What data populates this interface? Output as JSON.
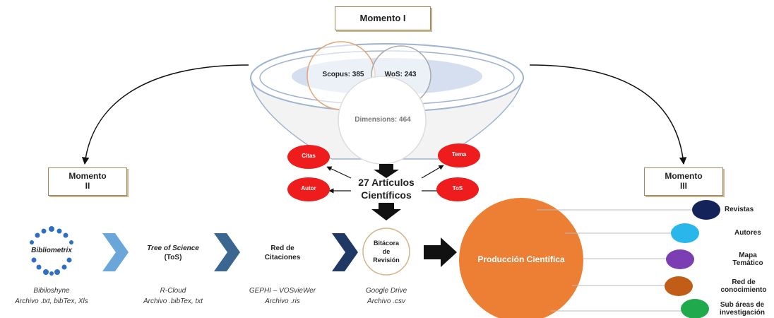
{
  "moments": {
    "m1": "Momento I",
    "m2_line1": "Momento",
    "m2_line2": "II",
    "m3_line1": "Momento",
    "m3_line2": "III"
  },
  "databases": {
    "scopus": "Scopus: 385",
    "wos": "WoS: 243",
    "dimensions": "Dimensions: 464"
  },
  "articles": {
    "line1": "27 Artículos",
    "line2": "Científicos"
  },
  "analysis_circles": {
    "citas": "Citas",
    "autor": "Autor",
    "tema": "Tema",
    "tos": "ToS"
  },
  "steps": [
    {
      "title": "Bibliometrix",
      "tool": "Bibiloshyne",
      "files": "Archivo .txt, bibTex, Xls"
    },
    {
      "title_line1": "Tree of Science",
      "title_line2": "(ToS)",
      "tool": "R-Cloud",
      "files": "Archivo .bibTex, txt"
    },
    {
      "title_line1": "Red de",
      "title_line2": "Citaciones",
      "tool": "GEPHI – VOSvieWer",
      "files": "Archivo .ris"
    },
    {
      "title_line1": "Bitácora",
      "title_line2": "de",
      "title_line3": "Revisión",
      "tool": "Google Drive",
      "files": "Archivo .csv"
    }
  ],
  "production": {
    "title": "Producción Científica"
  },
  "outputs": [
    {
      "label_line1": "Revistas",
      "label_line2": "",
      "color": "#14245a"
    },
    {
      "label_line1": "Autores",
      "label_line2": "",
      "color": "#29b6ea"
    },
    {
      "label_line1": "Mapa",
      "label_line2": "Temático",
      "color": "#7b3fb3"
    },
    {
      "label_line1": "Red de",
      "label_line2": "conocimiento",
      "color": "#c25d17"
    },
    {
      "label_line1": "Sub áreas de",
      "label_line2": "investigación",
      "color": "#1faa4e"
    }
  ],
  "colors": {
    "red": "#ee1c1c",
    "orange": "#ec7f34",
    "chevron_light": "#6aa6da",
    "chevron_mid": "#3a6690",
    "chevron_dark": "#1f3864"
  }
}
